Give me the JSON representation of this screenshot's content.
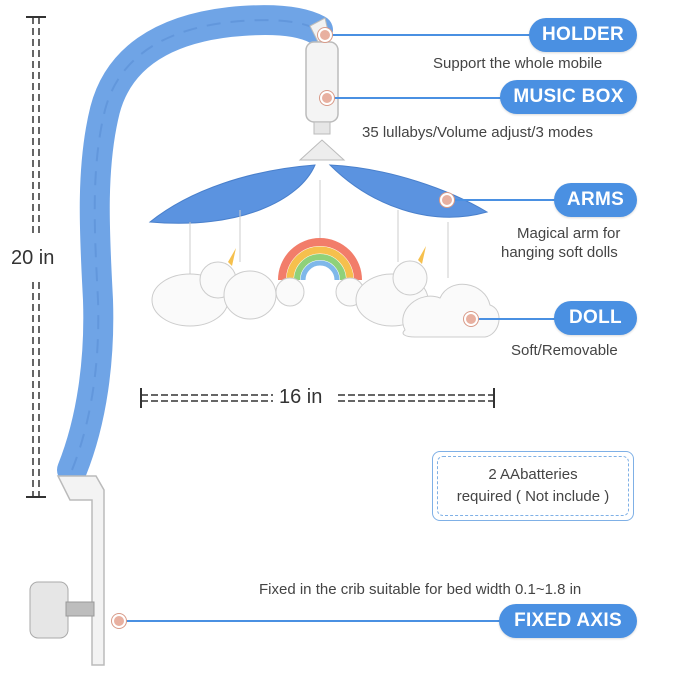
{
  "labels": {
    "holder": {
      "title": "HOLDER",
      "desc": "Support the whole mobile"
    },
    "music_box": {
      "title": "MUSIC BOX",
      "desc": "35 lullabys/Volume adjust/3 modes"
    },
    "arms": {
      "title": "ARMS",
      "desc_line1": "Magical arm for",
      "desc_line2": "hanging soft dolls"
    },
    "doll": {
      "title": "DOLL",
      "desc": "Soft/Removable"
    },
    "fixed_axis": {
      "title": "FIXED AXIS",
      "desc": "Fixed in the crib suitable for bed width 0.1~1.8 in"
    }
  },
  "dimensions": {
    "height": "20 in",
    "width": "16 in"
  },
  "note": {
    "line1": "2 AAbatteries",
    "line2": "required ( Not include )"
  },
  "colors": {
    "accent": "#4a90e2",
    "fabric": "#6fa4e6",
    "dot": "#e8b0a0"
  }
}
